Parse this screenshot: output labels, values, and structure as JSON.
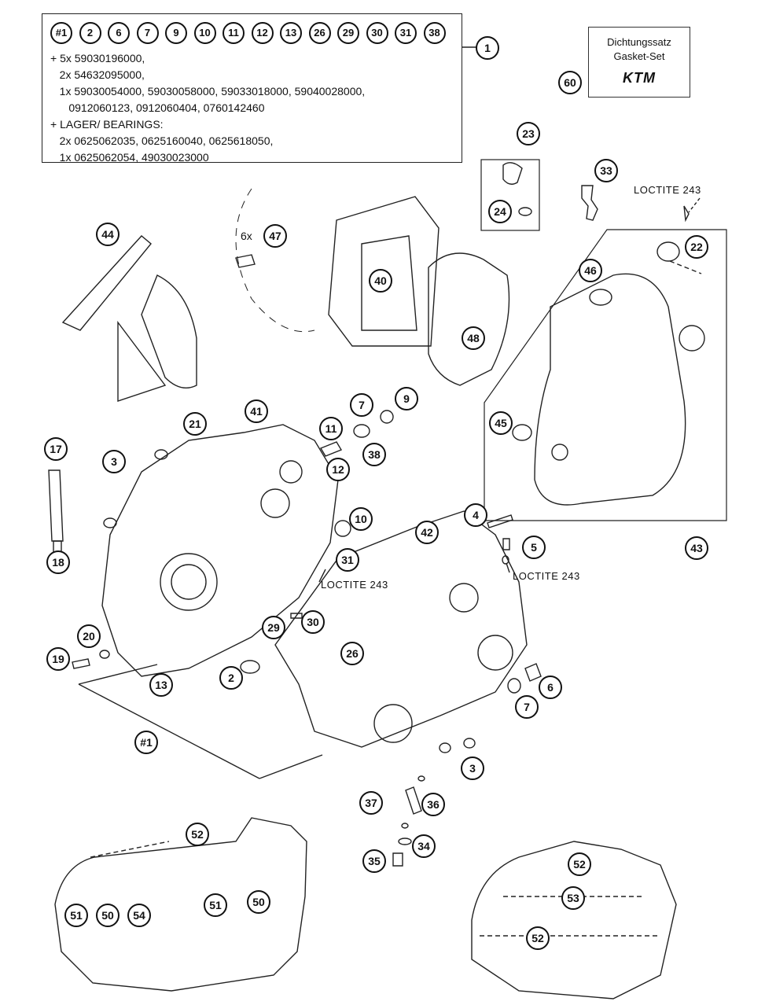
{
  "parts_box": {
    "numbers": [
      "#1",
      "2",
      "6",
      "7",
      "9",
      "10",
      "11",
      "12",
      "13",
      "26",
      "29",
      "30",
      "31",
      "38"
    ],
    "lines": [
      "+ 5x 59030196000,",
      "   2x 54632095000,",
      "   1x 59030054000, 59030058000, 59033018000, 59040028000,",
      "      0912060123, 0912060404, 0760142460",
      "+ LAGER/ BEARINGS:",
      "   2x 0625062035, 0625160040, 0625618050,",
      "   1x 0625062054, 49030023000"
    ],
    "ref": "1"
  },
  "gasket_set": {
    "line1": "Dichtungssatz",
    "line2": "Gasket-Set",
    "logo": "KTM",
    "ref": "60"
  },
  "labels": {
    "loctite_1": "LOCTITE 243",
    "loctite_2": "LOCTITE 243",
    "loctite_3": "LOCTITE 243",
    "six_x": "6x"
  },
  "callouts": {
    "c23": "23",
    "c24": "24",
    "c33": "33",
    "c22": "22",
    "c44": "44",
    "c47": "47",
    "c40": "40",
    "c48": "48",
    "c46": "46",
    "c45": "45",
    "c43": "43",
    "c21": "21",
    "c41": "41",
    "c11": "11",
    "c7a": "7",
    "c9": "9",
    "c38": "38",
    "c12": "12",
    "c17": "17",
    "c3a": "3",
    "c18": "18",
    "c10": "10",
    "c31": "31",
    "c4": "4",
    "c5": "5",
    "c42": "42",
    "c29": "29",
    "c30": "30",
    "c20": "20",
    "c19": "19",
    "c13": "13",
    "c2": "2",
    "c26": "26",
    "c6": "6",
    "c7b": "7",
    "c1b": "#1",
    "c3b": "3",
    "c37": "37",
    "c36": "36",
    "c34": "34",
    "c35": "35",
    "c52a": "52",
    "c51a": "51",
    "c50a": "50",
    "c54": "54",
    "c51b": "51",
    "c50b": "50",
    "c52b": "52",
    "c53": "53",
    "c52c": "52"
  }
}
